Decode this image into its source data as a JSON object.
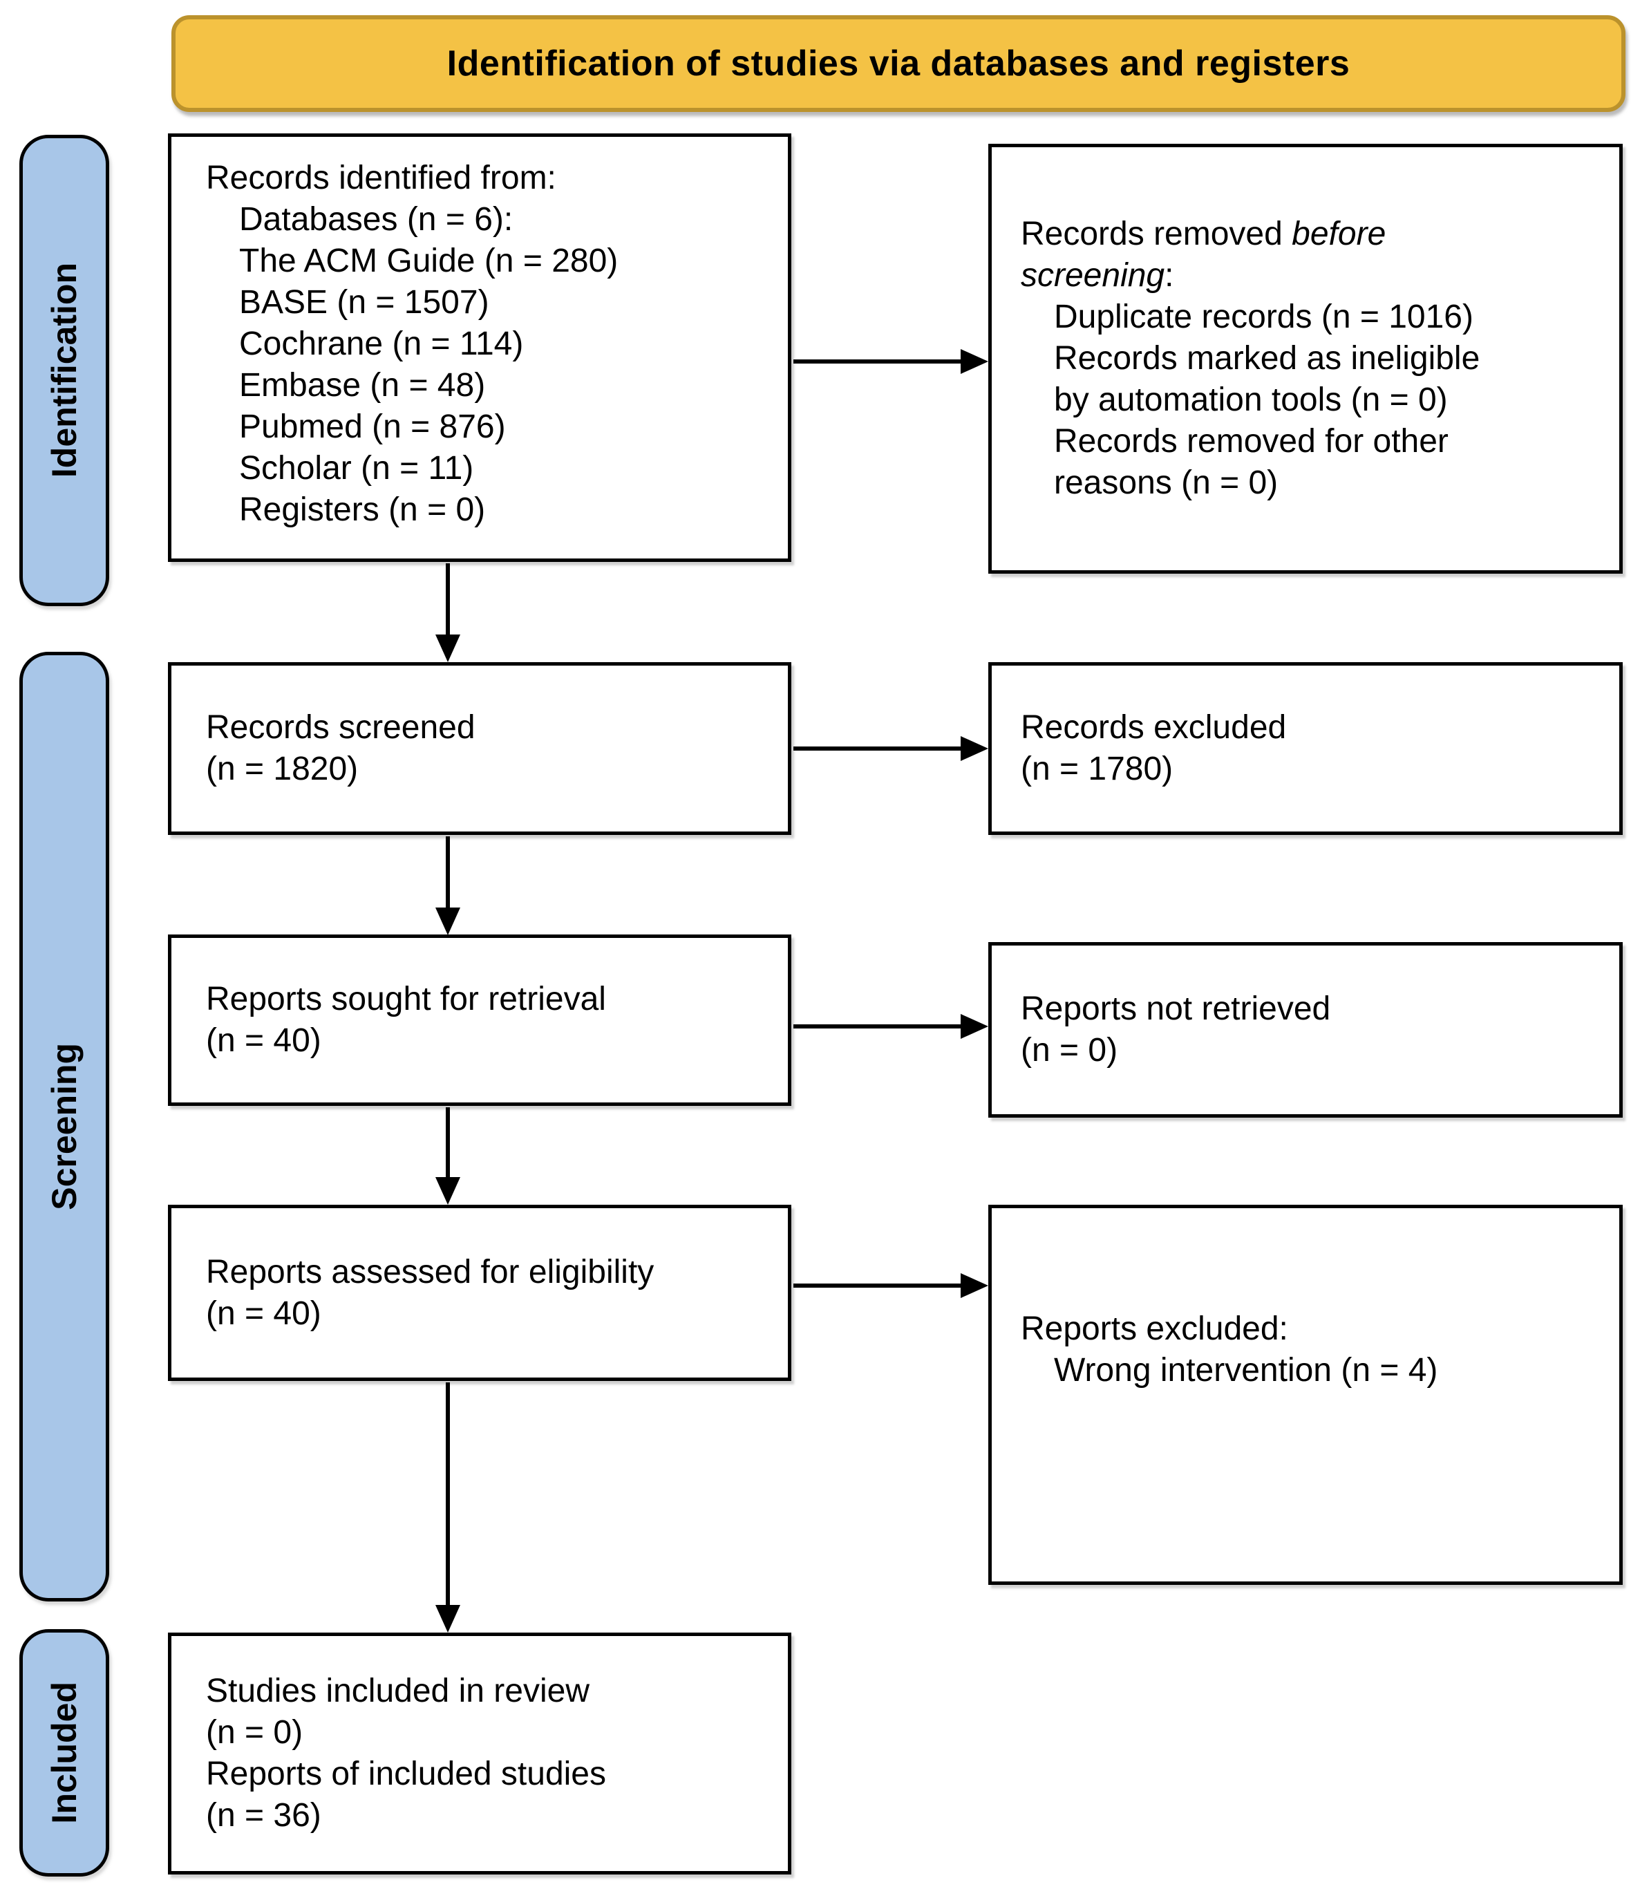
{
  "banner": {
    "title": "Identification of studies via databases and registers"
  },
  "sidebar": {
    "identification": "Identification",
    "screening": "Screening",
    "included": "Included"
  },
  "boxes": {
    "records_identified": {
      "heading": "Records identified from:",
      "items": [
        "Databases (n = 6):",
        "The ACM Guide (n = 280)",
        "BASE (n = 1507)",
        "Cochrane (n = 114)",
        "Embase (n = 48)",
        "Pubmed (n = 876)",
        "Scholar (n = 11)",
        "Registers (n = 0)"
      ]
    },
    "records_removed": {
      "heading_normal": "Records removed ",
      "heading_italic": "before\nscreening",
      "heading_suffix": ":",
      "items": [
        "Duplicate records (n = 1016)",
        "Records marked as ineligible\nby automation tools (n = 0)",
        "Records removed for other\nreasons (n = 0)"
      ]
    },
    "records_screened": {
      "text": "Records screened\n(n = 1820)"
    },
    "records_excluded": {
      "text": "Records excluded\n(n = 1780)"
    },
    "reports_sought": {
      "text": "Reports sought for retrieval\n(n = 40)"
    },
    "reports_not_retrieved": {
      "text": "Reports not retrieved\n(n = 0)"
    },
    "reports_assessed": {
      "text": "Reports assessed for eligibility\n(n = 40)"
    },
    "reports_excluded": {
      "heading": "Reports excluded:",
      "items": [
        "Wrong intervention (n = 4)"
      ]
    },
    "studies_included": {
      "text": "Studies included in review\n(n = 0)\nReports of included studies\n(n = 36)"
    }
  },
  "colors": {
    "banner_fill": "#F4C245",
    "banner_border": "#BB922C",
    "stage_fill": "#A8C6E8",
    "box_border": "#000000"
  }
}
